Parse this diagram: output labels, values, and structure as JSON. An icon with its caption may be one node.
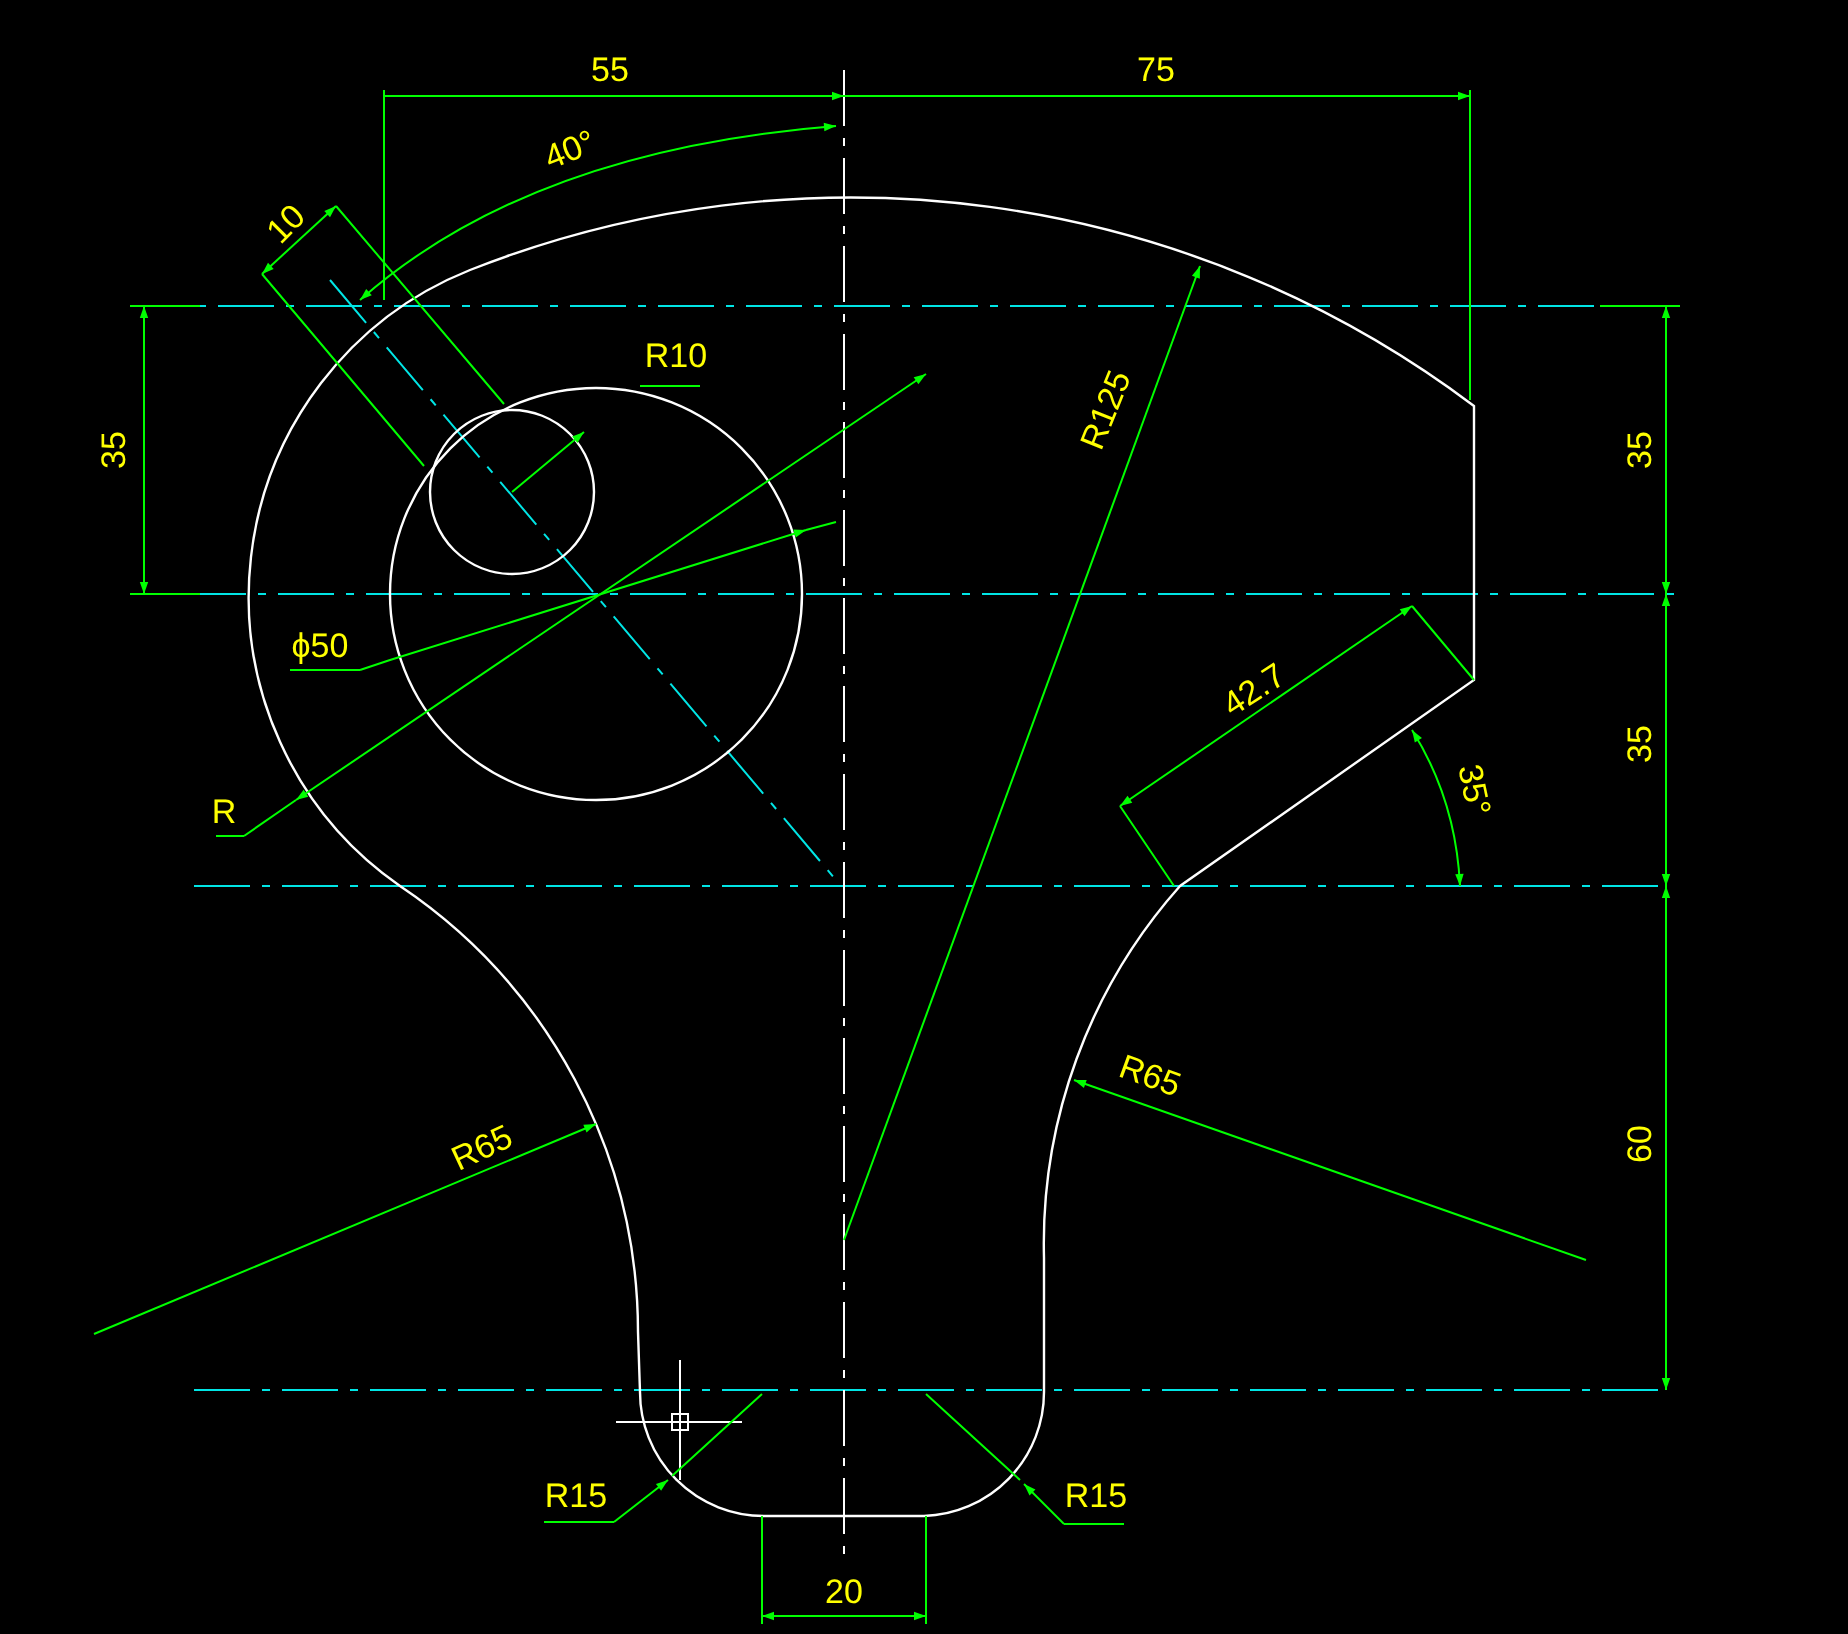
{
  "diagram": {
    "labels": [
      "55",
      "75",
      "40°",
      "10",
      "R10",
      "35",
      "R125",
      "35",
      "ϕ50",
      "42.7",
      "35°",
      "35",
      "R",
      "R65",
      "R65",
      "60",
      "R15",
      "R15",
      "20"
    ]
  }
}
